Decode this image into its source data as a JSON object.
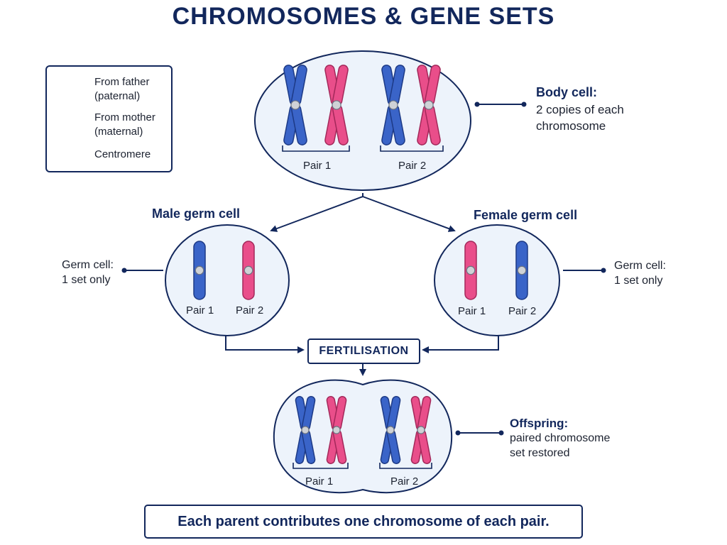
{
  "title": "CHROMOSOMES & GENE SETS",
  "legend": {
    "father": [
      "From father",
      "(paternal)"
    ],
    "mother": [
      "From mother",
      "(maternal)"
    ],
    "centromere": "Centromere"
  },
  "body_cell": {
    "heading": "Body cell:",
    "lines": [
      "2 copies of each",
      "chromosome"
    ],
    "pair1": "Pair 1",
    "pair2": "Pair 2"
  },
  "male": {
    "heading": "Male germ cell",
    "pair1": "Pair 1",
    "pair2": "Pair 2",
    "note": [
      "Germ cell:",
      "1 set only"
    ]
  },
  "female": {
    "heading": "Female germ cell",
    "pair1": "Pair 1",
    "pair2": "Pair 2",
    "note": [
      "Germ cell:",
      "1 set only"
    ]
  },
  "fertilisation": "FERTILISATION",
  "offspring": {
    "heading": "Offspring:",
    "lines": [
      "paired chromosome",
      "set restored"
    ],
    "pair1": "Pair 1",
    "pair2": "Pair 2"
  },
  "footer": "Each parent contributes one chromosome of each pair.",
  "colors": {
    "paternal": "#3a64c8",
    "maternal": "#e94e8a",
    "centromere": "#cfd2d6",
    "outline": "#12275c",
    "cell_fill": "#edf3fb"
  }
}
